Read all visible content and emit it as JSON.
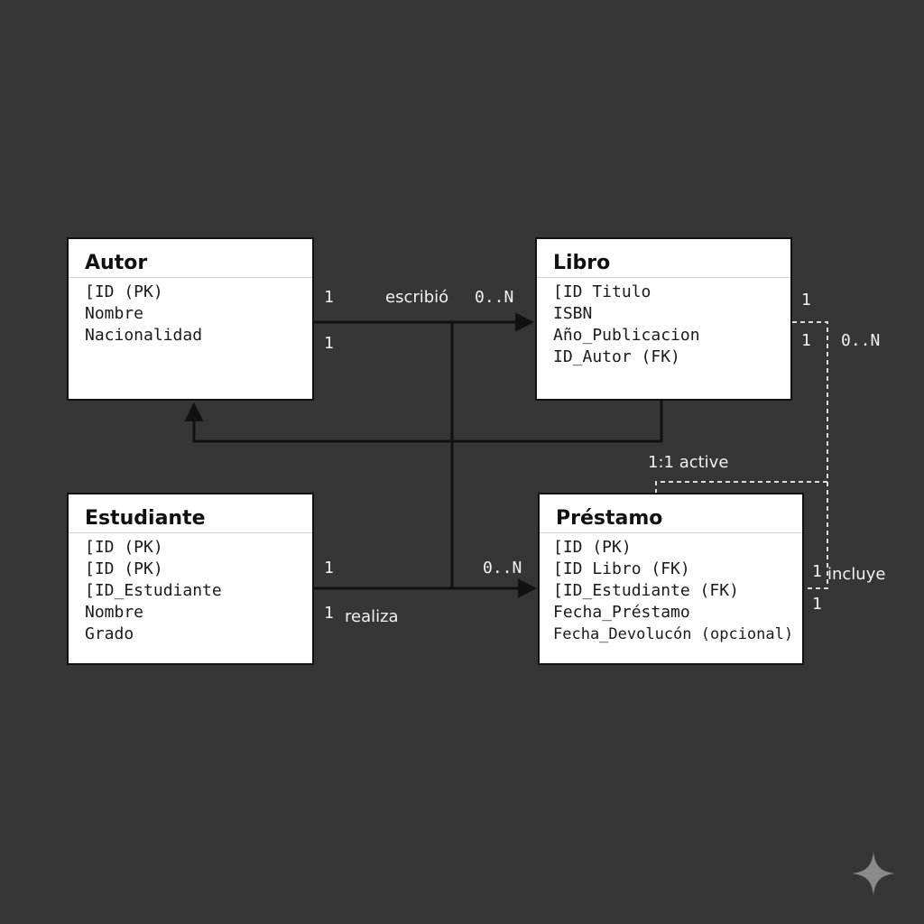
{
  "entities": {
    "autor": {
      "title": "Autor",
      "attributes": [
        "[ID (PK)",
        "Nombre",
        "Nacionalidad"
      ]
    },
    "libro": {
      "title": "Libro",
      "attributes": [
        "[ID Titulo",
        "ISBN",
        "Año_Publicacion",
        "ID_Autor (FK)"
      ]
    },
    "estudiante": {
      "title": "Estudiante",
      "attributes": [
        "[ID (PK)",
        "[ID (PK)",
        "[ID_Estudiante",
        "Nombre",
        "Grado"
      ]
    },
    "prestamo": {
      "title": "Préstamo",
      "attributes": [
        "[ID (PK)",
        "[ID Libro (FK)",
        "[ID_Estudiante (FK)",
        "Fecha_Préstamo",
        "Fecha_Devolucón (opcional)"
      ]
    }
  },
  "relations": {
    "escribio": {
      "label": "escribió",
      "card_left_top": "1",
      "card_left_bottom": "1",
      "card_right": "0..N"
    },
    "realiza": {
      "label": "realiza",
      "card_left_top": "1",
      "card_left_bottom": "1",
      "card_right": "0..N"
    },
    "active": {
      "label": "1:1 active"
    },
    "incluye": {
      "label": "incluye",
      "card_libro_top": "1",
      "card_libro_bottom": "1",
      "card_many": "0..N",
      "card_prestamo_top": "1",
      "card_prestamo_bottom": "1"
    }
  },
  "colors": {
    "background": "#363636",
    "line": "#111111",
    "dashed": "#dddddd",
    "box": "#ffffff"
  },
  "watermark_icon": "sparkle-icon"
}
